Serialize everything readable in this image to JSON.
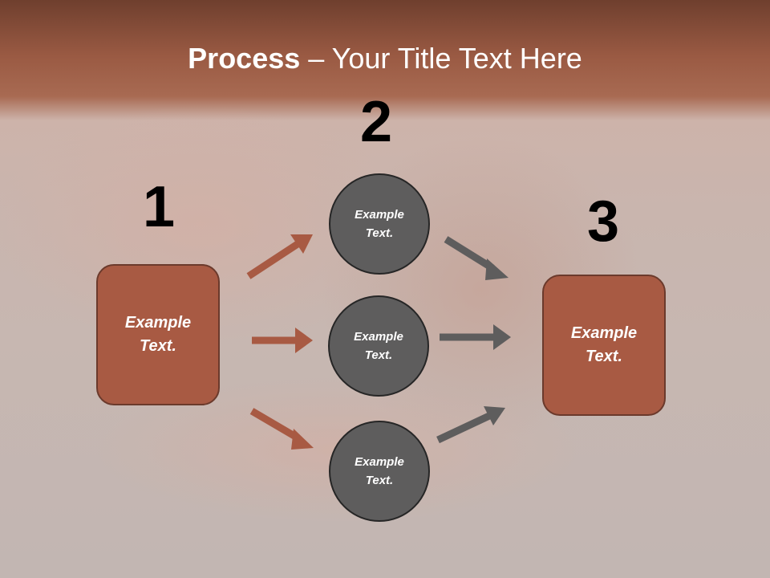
{
  "title": {
    "bold": "Process",
    "dash": " – ",
    "rest": "Your Title Text Here"
  },
  "steps": [
    {
      "number": "1",
      "label": "Example\nText."
    },
    {
      "number": "2",
      "label": ""
    },
    {
      "number": "3",
      "label": "Example\nText."
    }
  ],
  "middle_circles": [
    {
      "label": "Example\nText."
    },
    {
      "label": "Example\nText."
    },
    {
      "label": "Example\nText."
    }
  ],
  "colors": {
    "box_fill": "#a85a43",
    "circle_fill": "#5e5d5d",
    "arrow_left": "#a85a43",
    "arrow_right": "#5e5d5d"
  }
}
